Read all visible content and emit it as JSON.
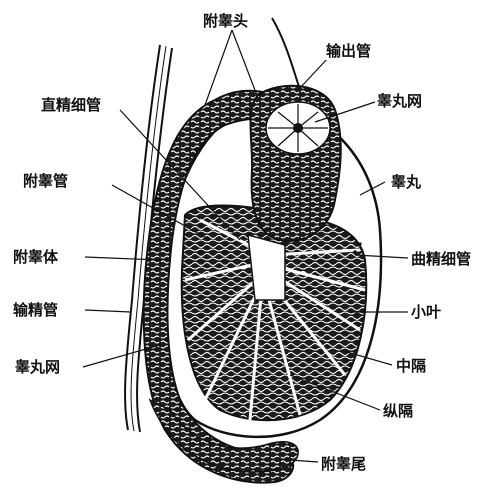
{
  "labels": {
    "epididymis_head": "附睾头",
    "efferent_ductules": "输出管",
    "rete_testis_top": "睾丸网",
    "testis": "睾丸",
    "seminiferous_tubules": "曲精细管",
    "lobule": "小叶",
    "septum": "中隔",
    "mediastinum": "纵隔",
    "epididymis_tail": "附睾尾",
    "tubuli_recti": "直精细管",
    "epididymal_duct": "附睾管",
    "epididymis_body": "附睾体",
    "vas_deferens": "输精管",
    "rete_testis_left": "睾丸网"
  },
  "colors": {
    "ink": "#111111",
    "tissue_dark": "#1a1a1a",
    "paper": "#ffffff"
  }
}
